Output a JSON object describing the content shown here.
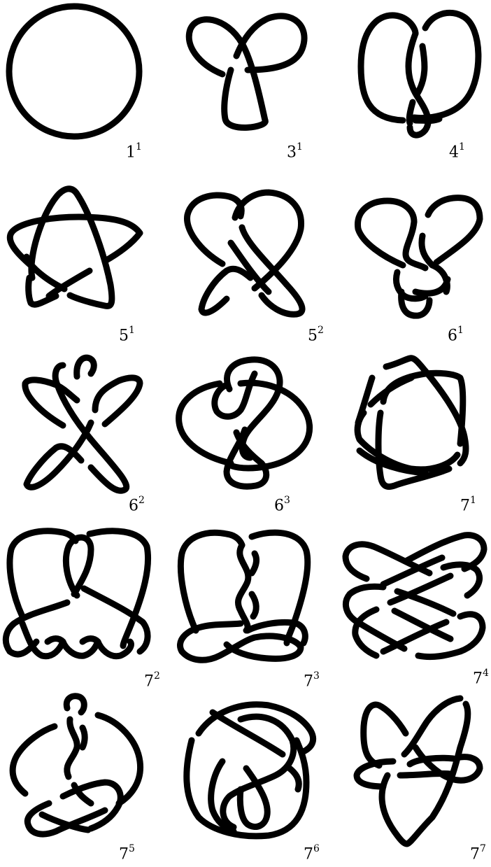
{
  "knots": [
    {
      "crossings": "1",
      "index": "1"
    },
    {
      "crossings": "3",
      "index": "1"
    },
    {
      "crossings": "4",
      "index": "1"
    },
    {
      "crossings": "5",
      "index": "1"
    },
    {
      "crossings": "5",
      "index": "2"
    },
    {
      "crossings": "6",
      "index": "1"
    },
    {
      "crossings": "6",
      "index": "2"
    },
    {
      "crossings": "6",
      "index": "3"
    },
    {
      "crossings": "7",
      "index": "1"
    },
    {
      "crossings": "7",
      "index": "2"
    },
    {
      "crossings": "7",
      "index": "3"
    },
    {
      "crossings": "7",
      "index": "4"
    },
    {
      "crossings": "7",
      "index": "5"
    },
    {
      "crossings": "7",
      "index": "6"
    },
    {
      "crossings": "7",
      "index": "7"
    }
  ]
}
